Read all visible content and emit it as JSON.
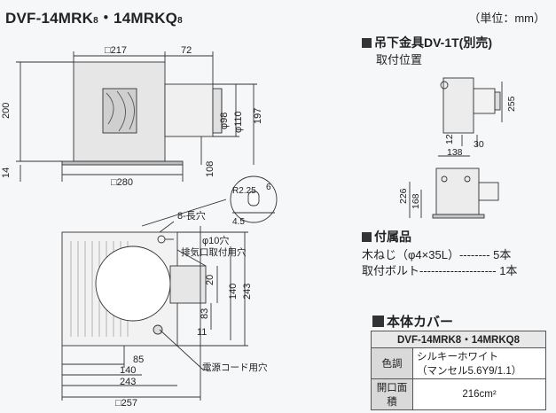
{
  "header": {
    "model_a": "DVF-14MRK",
    "model_a_sub": "8",
    "separator": "・14MRKQ",
    "model_b_sub": "8",
    "unit": "（単位：mm）"
  },
  "main_dims": {
    "d217": "□217",
    "d72": "72",
    "d200": "200",
    "d14": "14",
    "d98": "φ98",
    "d110": "φ110",
    "d197": "197",
    "d108": "108",
    "d280": "□280",
    "r225": "R2.25",
    "d6": "6",
    "d45": "4.5",
    "slot8": "8-長穴",
    "hole10": "φ10穴",
    "exhaust": "排気口取付用穴",
    "d20": "20",
    "d140v": "140",
    "d243v": "243",
    "d83": "83",
    "d11": "11",
    "d85": "85",
    "d140h": "140",
    "d243h": "243",
    "d257": "□257",
    "power": "電源コード用穴"
  },
  "hanger": {
    "title": "吊下金具DV-1T(別売)",
    "subtitle": "取付位置",
    "d255": "255",
    "d12": "12",
    "d30": "30",
    "d138": "138",
    "d226": "226",
    "d168": "168"
  },
  "accessories": {
    "title": "付属品",
    "line1": "木ねじ（φ4×35L）-------- 5本",
    "line2": "取付ボルト-------------------- 1本"
  },
  "cover": {
    "title": "本体カバー",
    "table_header": "DVF-14MRK8・14MRKQ8",
    "color_label": "色調",
    "color_value1": "シルキーホワイト",
    "color_value2": "（マンセル5.6Y9/1.1）",
    "area_label": "開口面積",
    "area_value": "216cm²"
  }
}
